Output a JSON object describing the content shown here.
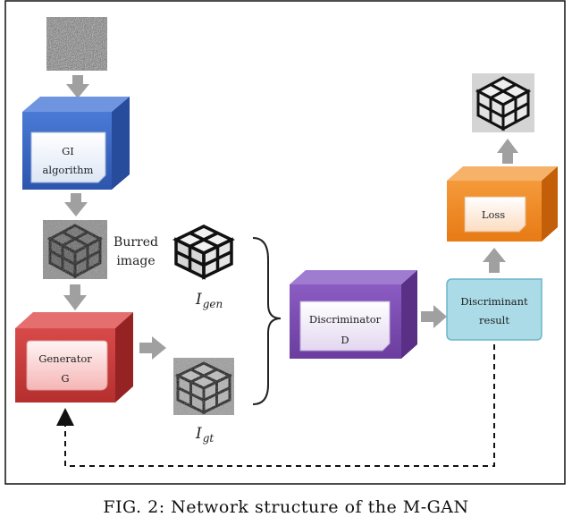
{
  "blocks": {
    "gi": {
      "line1": "GI",
      "line2": "algorithm"
    },
    "generator": {
      "line1": "Generator",
      "line2": "G"
    },
    "discriminator": {
      "line1": "Discriminator",
      "line2": "D"
    },
    "result": {
      "line1": "Discriminant",
      "line2": "result"
    },
    "loss": {
      "label": "Loss"
    }
  },
  "labels": {
    "blurred_line1": "Burred",
    "blurred_line2": "image",
    "gen_base": "I",
    "gen_sub": "gen",
    "gt_base": "I",
    "gt_sub": "gt"
  },
  "caption": "FIG. 2: Network structure of the M-GAN",
  "colors": {
    "gi": "#3a66c4",
    "generator": "#cc3d3d",
    "discriminator": "#7c4bb0",
    "result": "#a9dce8",
    "loss": "#f08a24",
    "arrow": "#a0a0a0"
  },
  "icons": [
    "noise-pattern-image",
    "rubiks-cube-image"
  ]
}
